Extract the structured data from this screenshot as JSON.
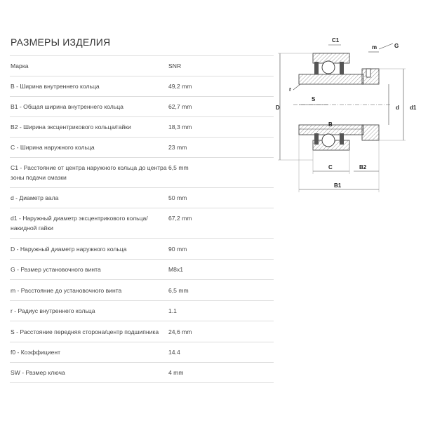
{
  "header": {
    "title": "РАЗМЕРЫ ИЗДЕЛИЯ"
  },
  "specs": [
    {
      "label": "Марка",
      "value": "SNR"
    },
    {
      "label": "B - Ширина внутреннего кольца",
      "value": "49,2 mm"
    },
    {
      "label": "B1 - Общая ширина внутреннего кольца",
      "value": "62,7 mm"
    },
    {
      "label": "B2 - Ширина эксцентрикового кольца/гайки",
      "value": "18,3 mm"
    },
    {
      "label": "C - Ширина наружного кольца",
      "value": "23 mm"
    },
    {
      "label": "C1 - Расстояние от центра наружного кольца до центра зоны подачи смазки",
      "value": "6,5 mm"
    },
    {
      "label": "d - Диаметр вала",
      "value": "50 mm"
    },
    {
      "label": "d1 - Наружный диаметр эксцентрикового кольца/накидной гайки",
      "value": "67,2 mm"
    },
    {
      "label": "D - Наружный диаметр наружного кольца",
      "value": "90 mm"
    },
    {
      "label": "G - Размер установочного винта",
      "value": "M8x1"
    },
    {
      "label": "m - Расстояние до установочного винта",
      "value": "6,5 mm"
    },
    {
      "label": "r - Радиус внутреннего кольца",
      "value": "1.1"
    },
    {
      "label": "S - Расстояние передняя сторона/центр подшипника",
      "value": "24,6 mm"
    },
    {
      "label": "f0 - Коэффициент",
      "value": "14.4"
    },
    {
      "label": "SW - Размер ключа",
      "value": "4 mm"
    }
  ],
  "drawing": {
    "labels": {
      "c1": "C1",
      "m": "m",
      "g": "G",
      "r": "r",
      "s": "S",
      "d_outer": "D",
      "d": "d",
      "d1": "d1",
      "b": "B",
      "c": "C",
      "b2": "B2",
      "b1": "B1"
    }
  }
}
